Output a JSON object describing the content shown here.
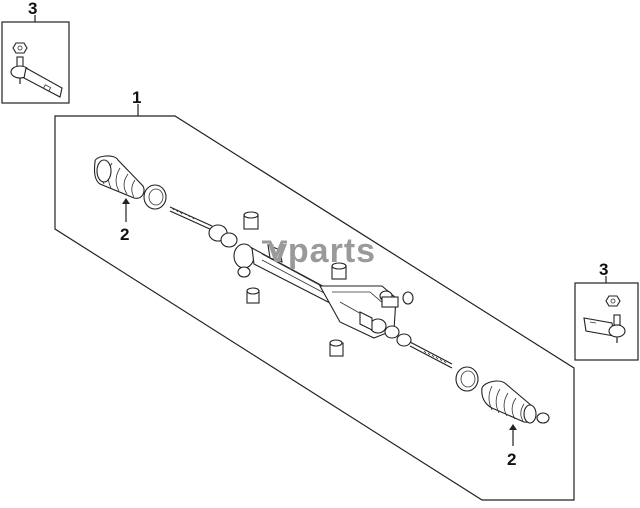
{
  "callouts": {
    "assembly": "1",
    "boot_left": "2",
    "boot_right": "2",
    "tie_rod_end_left": "3",
    "tie_rod_end_right": "3"
  },
  "watermark": "vparts",
  "colors": {
    "line": "#222222",
    "background": "#ffffff",
    "watermark": "#9a9a9a"
  }
}
